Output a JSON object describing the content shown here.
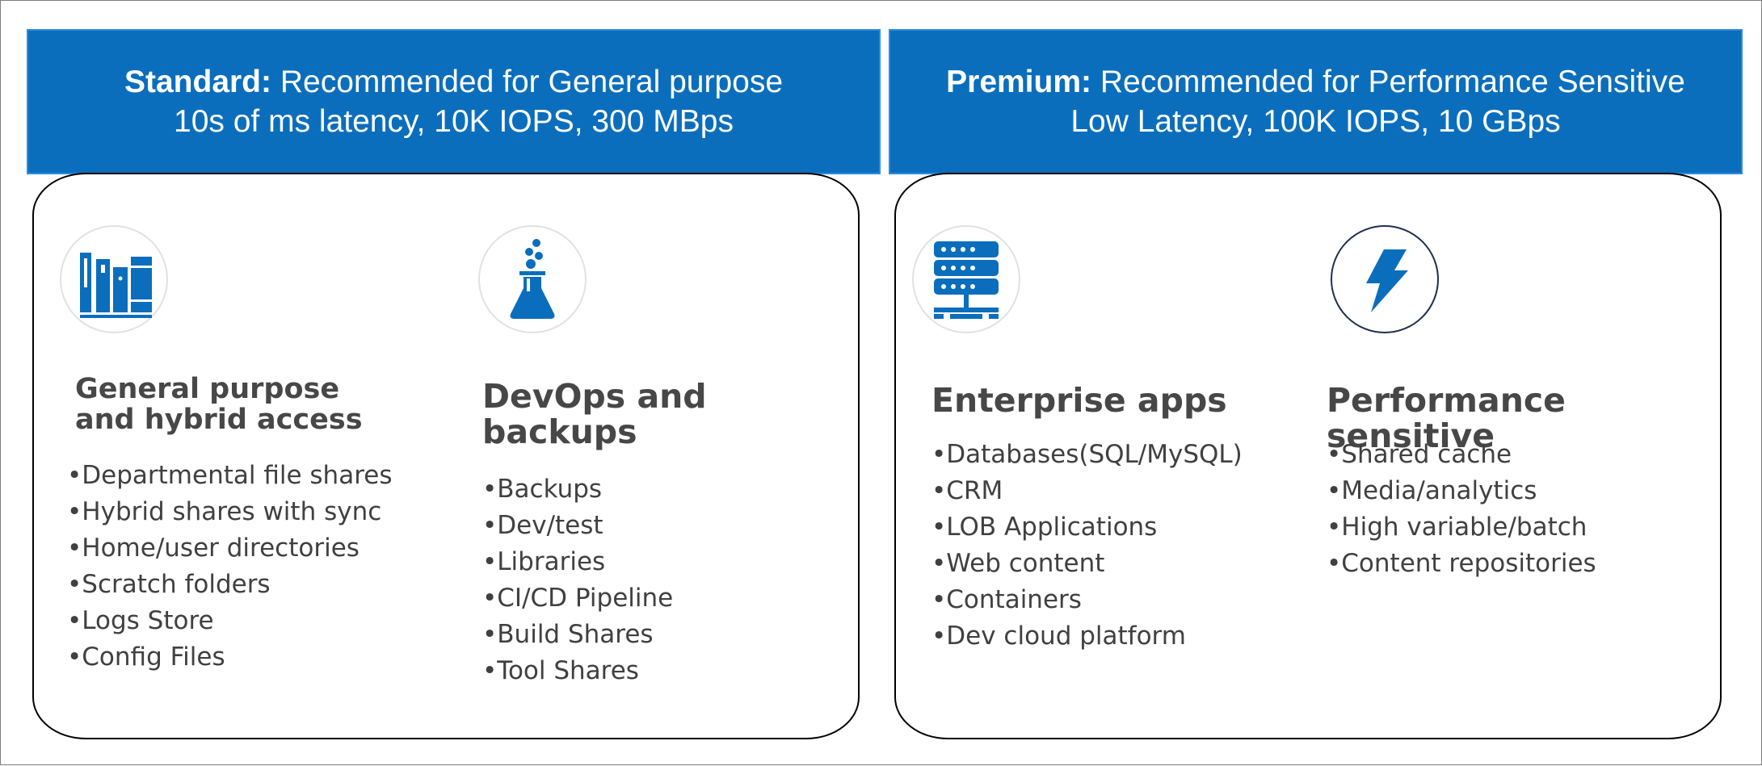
{
  "colors": {
    "banner": "#0a6ebd",
    "icon": "#0a6ebd",
    "text": "#404040"
  },
  "tiers": [
    {
      "banner": {
        "label": "Standard:",
        "desc": "Recommended for General purpose",
        "specs": "10s of ms latency, 10K IOPS, 300 MBps"
      },
      "columns": [
        {
          "icon": "library-books-icon",
          "title_lines": [
            "General purpose",
            "and hybrid access"
          ],
          "items": [
            "•Departmental file shares",
            "•Hybrid shares with sync",
            "•Home/user directories",
            "•Scratch folders",
            "•Logs Store",
            "•Config Files"
          ]
        },
        {
          "icon": "lab-flask-icon",
          "title_lines": [
            "DevOps and",
            "backups"
          ],
          "items": [
            "•Backups",
            "•Dev/test",
            "•Libraries",
            "•CI/CD Pipeline",
            "•Build Shares",
            "•Tool Shares"
          ]
        }
      ]
    },
    {
      "banner": {
        "label": "Premium:",
        "desc": "Recommended for Performance Sensitive",
        "specs": "Low Latency, 100K IOPS, 10 GBps"
      },
      "columns": [
        {
          "icon": "server-rack-icon",
          "title_lines": [
            "Enterprise apps"
          ],
          "items": [
            "•Databases(SQL/MySQL)",
            "•CRM",
            "•LOB Applications",
            "•Web content",
            "•Containers",
            "•Dev cloud platform"
          ]
        },
        {
          "icon": "lightning-bolt-icon",
          "title_lines": [
            "Performance sensitive"
          ],
          "items": [
            "•Shared cache",
            "•Media/analytics",
            "•High variable/batch",
            "•Content repositories"
          ]
        }
      ]
    }
  ]
}
